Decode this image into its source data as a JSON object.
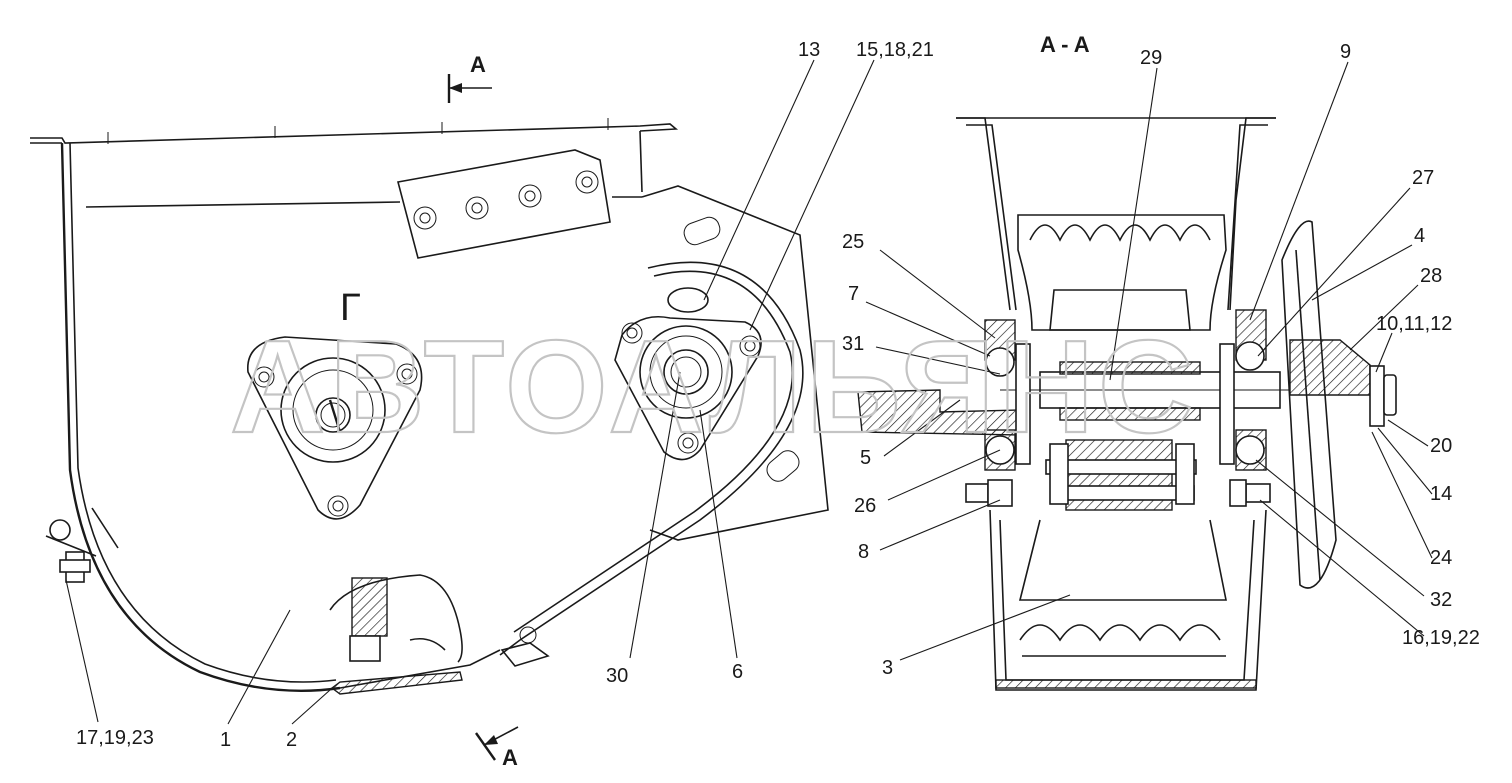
{
  "section_title": "A - A",
  "section_marks": {
    "top": "A",
    "bottom": "A"
  },
  "view_letter": "Г",
  "watermark": "АВТОАЛЬЯНС",
  "callouts": {
    "c13": "13",
    "c15_18_21": "15,18,21",
    "c29": "29",
    "c9": "9",
    "c27": "27",
    "c4": "4",
    "c25": "25",
    "c28": "28",
    "c7": "7",
    "c10_11_12": "10,11,12",
    "c31": "31",
    "c20": "20",
    "c5": "5",
    "c14": "14",
    "c26": "26",
    "c24": "24",
    "c8": "8",
    "c32": "32",
    "c16_19_22": "16,19,22",
    "c3": "3",
    "c30": "30",
    "c6": "6",
    "c17_19_23": "17,19,23",
    "c1": "1",
    "c2": "2"
  }
}
